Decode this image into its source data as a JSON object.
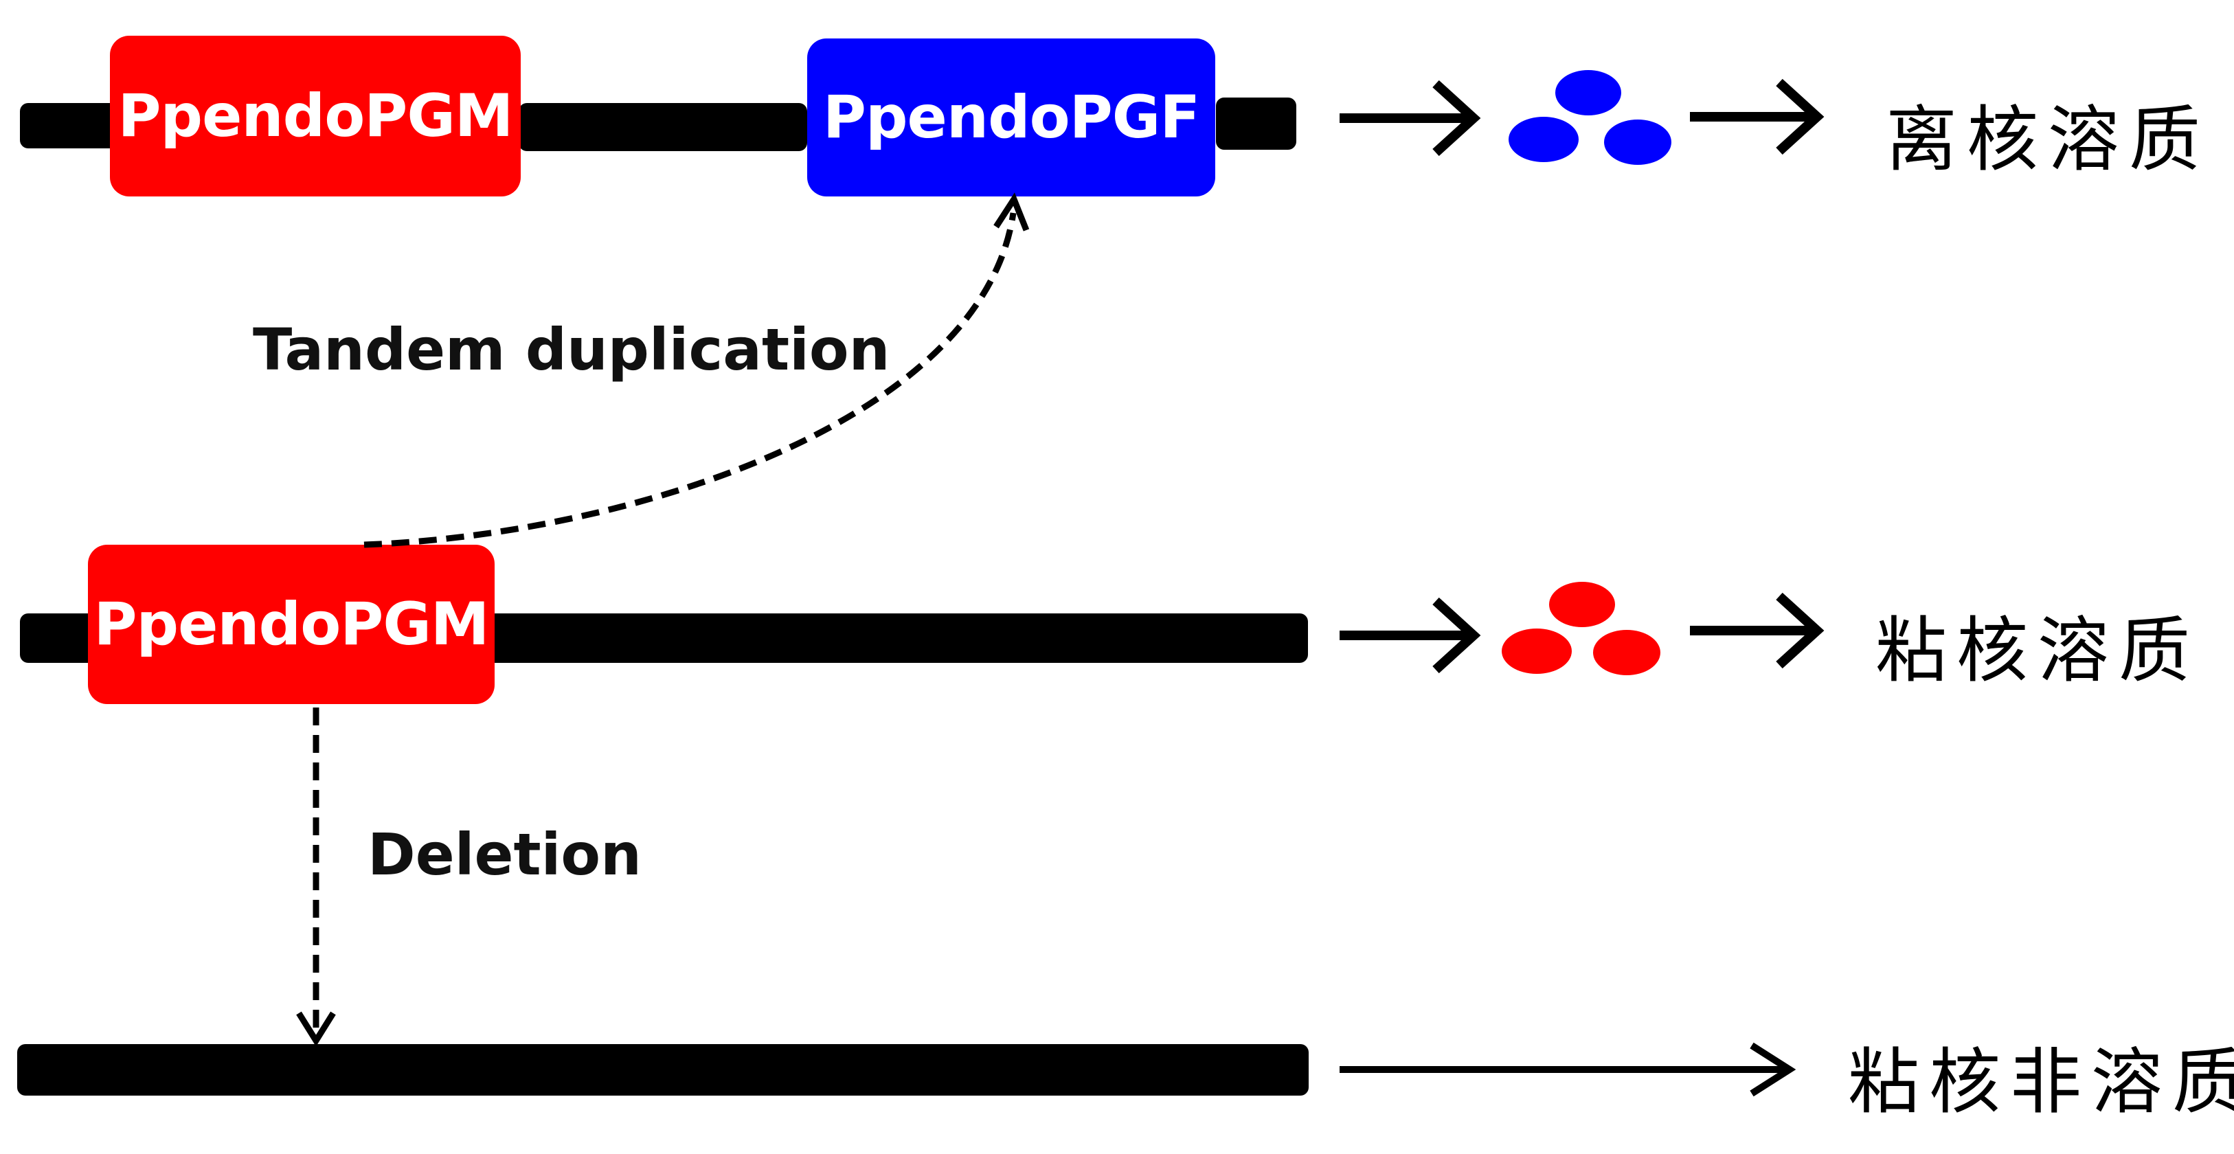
{
  "row1": {
    "gene_left": {
      "label": "PpendoPGM",
      "color": "#ff0000"
    },
    "gene_right": {
      "label": "PpendoPGF",
      "color": "#0000ff"
    },
    "granule_color": "#0000ff",
    "phenotype": "离核溶质"
  },
  "row2": {
    "gene": {
      "label": "PpendoPGM",
      "color": "#ff0000"
    },
    "granule_color": "#ff0000",
    "phenotype": "粘核溶质"
  },
  "row3": {
    "phenotype": "粘核非溶质"
  },
  "annotations": {
    "duplication": "Tandem duplication",
    "deletion": "Deletion"
  }
}
